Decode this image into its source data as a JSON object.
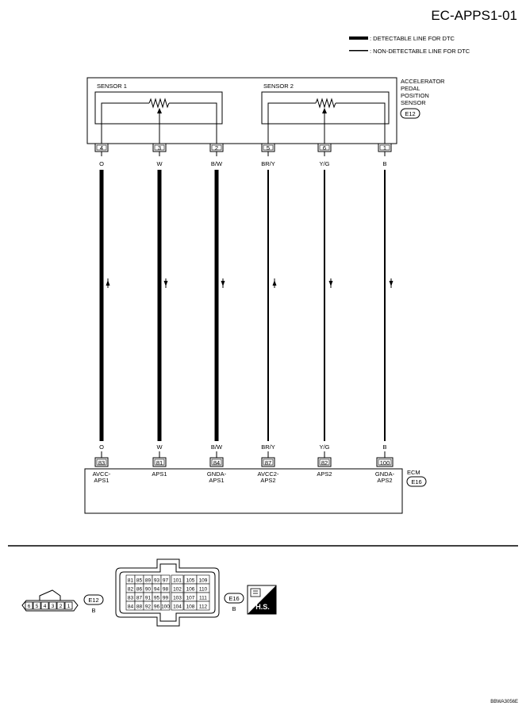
{
  "page_title": "EC-APPS1-01",
  "legend": {
    "detectable": ": DETECTABLE LINE FOR DTC",
    "non_detectable": ": NON-DETECTABLE LINE FOR DTC"
  },
  "sensor": {
    "name_lines": [
      "ACCELERATOR",
      "PEDAL",
      "POSITION",
      "SENSOR"
    ],
    "connector": "E12",
    "sensor1_label": "SENSOR 1",
    "sensor2_label": "SENSOR 2"
  },
  "ecm": {
    "name": "ECM",
    "connector": "E16"
  },
  "wires": [
    {
      "sensor_pin": "4",
      "color_top": "O",
      "color_bottom": "O",
      "ecm_pin": "83",
      "ecm_label": [
        "AVCC-",
        "APS1"
      ],
      "direction": "up",
      "thickness": "thick"
    },
    {
      "sensor_pin": "3",
      "color_top": "W",
      "color_bottom": "W",
      "ecm_pin": "81",
      "ecm_label": [
        "APS1"
      ],
      "direction": "down",
      "thickness": "thick"
    },
    {
      "sensor_pin": "2",
      "color_top": "B/W",
      "color_bottom": "B/W",
      "ecm_pin": "84",
      "ecm_label": [
        "GNDA-",
        "APS1"
      ],
      "direction": "down",
      "thickness": "thick"
    },
    {
      "sensor_pin": "5",
      "color_top": "BR/Y",
      "color_bottom": "BR/Y",
      "ecm_pin": "87",
      "ecm_label": [
        "AVCC2-",
        "APS2"
      ],
      "direction": "up",
      "thickness": "thin"
    },
    {
      "sensor_pin": "6",
      "color_top": "Y/G",
      "color_bottom": "Y/G",
      "ecm_pin": "82",
      "ecm_label": [
        "APS2"
      ],
      "direction": "down",
      "thickness": "thin"
    },
    {
      "sensor_pin": "1",
      "color_top": "B",
      "color_bottom": "B",
      "ecm_pin": "100",
      "ecm_label": [
        "GNDA-",
        "APS2"
      ],
      "direction": "down",
      "thickness": "thin"
    }
  ],
  "connector_views": {
    "e12": {
      "id": "E12",
      "color": "B",
      "pins": [
        "6",
        "5",
        "4",
        "3",
        "2",
        "1"
      ]
    },
    "e16": {
      "id": "E16",
      "color": "B",
      "rows": [
        [
          "81",
          "85",
          "89",
          "93",
          "97",
          "101",
          "105",
          "109"
        ],
        [
          "82",
          "86",
          "90",
          "94",
          "98",
          "102",
          "106",
          "110"
        ],
        [
          "83",
          "87",
          "91",
          "95",
          "99",
          "103",
          "107",
          "111"
        ],
        [
          "84",
          "88",
          "92",
          "96",
          "100",
          "104",
          "108",
          "112"
        ]
      ]
    },
    "hs_label": "H.S."
  },
  "figure_code": "BBWA3056E",
  "colors": {
    "line": "#000000",
    "background": "#ffffff"
  }
}
